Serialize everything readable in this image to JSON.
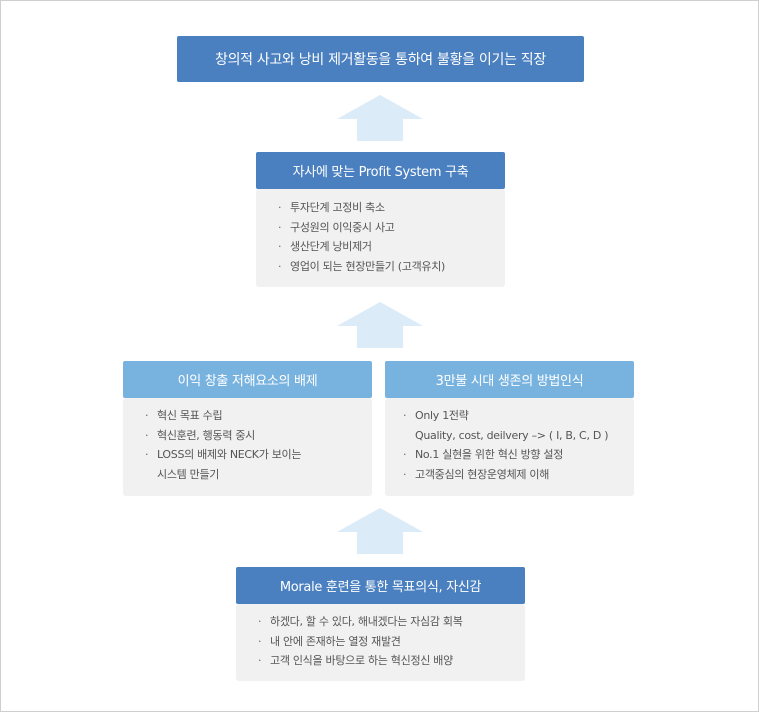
{
  "goal": "창의적 사고와 낭비 제거활동을 통하여 불황을 이기는 직장",
  "profit_system": {
    "title": "자사에 맞는 Profit System 구축",
    "items": [
      "투자단계 고정비 축소",
      "구성원의 이익중시 사고",
      "생산단계 낭비제거",
      "영업이 되는 현장만들기 (고객유치)"
    ]
  },
  "obstacles": {
    "title": "이익 창출 저해요소의 배제",
    "items": [
      "혁신 목표 수립",
      "혁신훈련, 행동력 중시",
      "LOSS의 배제와 NECK가 보이는",
      "시스템 만들기"
    ]
  },
  "survival": {
    "title": "3만불 시대 생존의 방법인식",
    "items": [
      "Only 1전략",
      "Quality, cost, deilvery –> ( I, B, C, D )",
      "No.1 실현을 위한 혁신 방향 설정",
      "고객중심의 현장운영체제 이해"
    ]
  },
  "morale": {
    "title": "Morale 훈련을 통한 목표의식, 자신감",
    "items": [
      "하겠다, 할 수 있다, 해내겠다는 자심감 회복",
      "내 안에 존재하는 열정 재발견",
      "고객 인식을 바탕으로 하는 혁신정신 배양"
    ]
  },
  "colors": {
    "dark_box": "#4a7fc0",
    "light_box": "#78b3e0",
    "list_bg": "#f1f1f1",
    "arrow": "#dcebf8"
  }
}
